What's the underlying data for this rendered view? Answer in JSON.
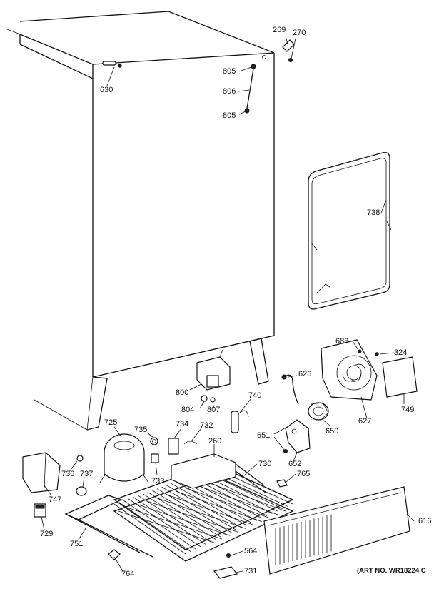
{
  "diagram": {
    "art_number": "(ART NO. WR18224 C",
    "callouts": [
      {
        "id": "c269",
        "text": "269"
      },
      {
        "id": "c270",
        "text": "270"
      },
      {
        "id": "c630",
        "text": "630"
      },
      {
        "id": "c805a",
        "text": "805"
      },
      {
        "id": "c806",
        "text": "806"
      },
      {
        "id": "c805b",
        "text": "805"
      },
      {
        "id": "c738",
        "text": "738"
      },
      {
        "id": "c683",
        "text": "683"
      },
      {
        "id": "c324",
        "text": "324"
      },
      {
        "id": "c626",
        "text": "626"
      },
      {
        "id": "c800",
        "text": "800"
      },
      {
        "id": "c740",
        "text": "740"
      },
      {
        "id": "c804",
        "text": "804"
      },
      {
        "id": "c807",
        "text": "807"
      },
      {
        "id": "c627",
        "text": "627"
      },
      {
        "id": "c749",
        "text": "749"
      },
      {
        "id": "c725",
        "text": "725"
      },
      {
        "id": "c735",
        "text": "735"
      },
      {
        "id": "c734",
        "text": "734"
      },
      {
        "id": "c732",
        "text": "732"
      },
      {
        "id": "c651",
        "text": "651"
      },
      {
        "id": "c650",
        "text": "650"
      },
      {
        "id": "c260",
        "text": "260"
      },
      {
        "id": "c652",
        "text": "652"
      },
      {
        "id": "c730",
        "text": "730"
      },
      {
        "id": "c765",
        "text": "765"
      },
      {
        "id": "c736",
        "text": "736"
      },
      {
        "id": "c737",
        "text": "737"
      },
      {
        "id": "c733",
        "text": "733"
      },
      {
        "id": "c747",
        "text": "747"
      },
      {
        "id": "c616",
        "text": "616"
      },
      {
        "id": "c729",
        "text": "729"
      },
      {
        "id": "c751",
        "text": "751"
      },
      {
        "id": "c564",
        "text": "564"
      },
      {
        "id": "c731",
        "text": "731"
      },
      {
        "id": "c764",
        "text": "764"
      }
    ]
  }
}
